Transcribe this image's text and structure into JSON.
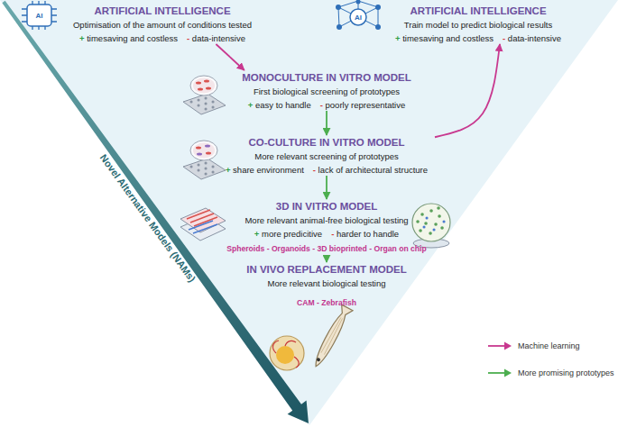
{
  "diagram": {
    "nodes": [
      {
        "text": [
          "ARTIFICIAL INTELLIGENCE",
          "Optimisation of the amount of conditions tested",
          "+ timesaving and costless",
          "- data-intensive"
        ]
      },
      {
        "text": [
          "ARTIFICIAL INTELLIGENCE",
          "Train model to predict biological results",
          "+ timesaving and costless",
          "- data-intensive"
        ]
      },
      {
        "text": [
          "MONOCULTURE IN VITRO MODEL",
          "First biological screening of prototypes",
          "+ easy to handle",
          "- poorly representative"
        ]
      },
      {
        "text": [
          "CO-CULTURE IN VITRO MODEL",
          "More relevant screening of prototypes",
          "+ share environment",
          "- lack of architectural structure"
        ]
      },
      {
        "text": [
          "3D IN VITRO MODEL",
          "More relevant animal-free biological testing",
          "+ more predicitive",
          "- harder to handle",
          "Spheroids - Organoids - 3D bioprinted - Organ on chip"
        ]
      },
      {
        "text": [
          "IN VIVO REPLACEMENT MODEL",
          "More relevant biological testing",
          "CAM - Zebrafish"
        ]
      }
    ],
    "edges": [
      {
        "from": 0,
        "to": 2,
        "arrow": "to"
      },
      {
        "from": 2,
        "to": 3,
        "arrow": "to"
      },
      {
        "from": 3,
        "to": 4,
        "arrow": "to"
      },
      {
        "from": 4,
        "to": 5,
        "arrow": "to"
      },
      {
        "from": 3,
        "to": 1,
        "arrow": "to"
      }
    ],
    "labels": [
      "AI",
      "AI",
      "Novel Alternative Models (NAMs)"
    ],
    "legend": [
      {
        "text": "Machine learning"
      },
      {
        "text": "More promising prototypes"
      }
    ]
  }
}
